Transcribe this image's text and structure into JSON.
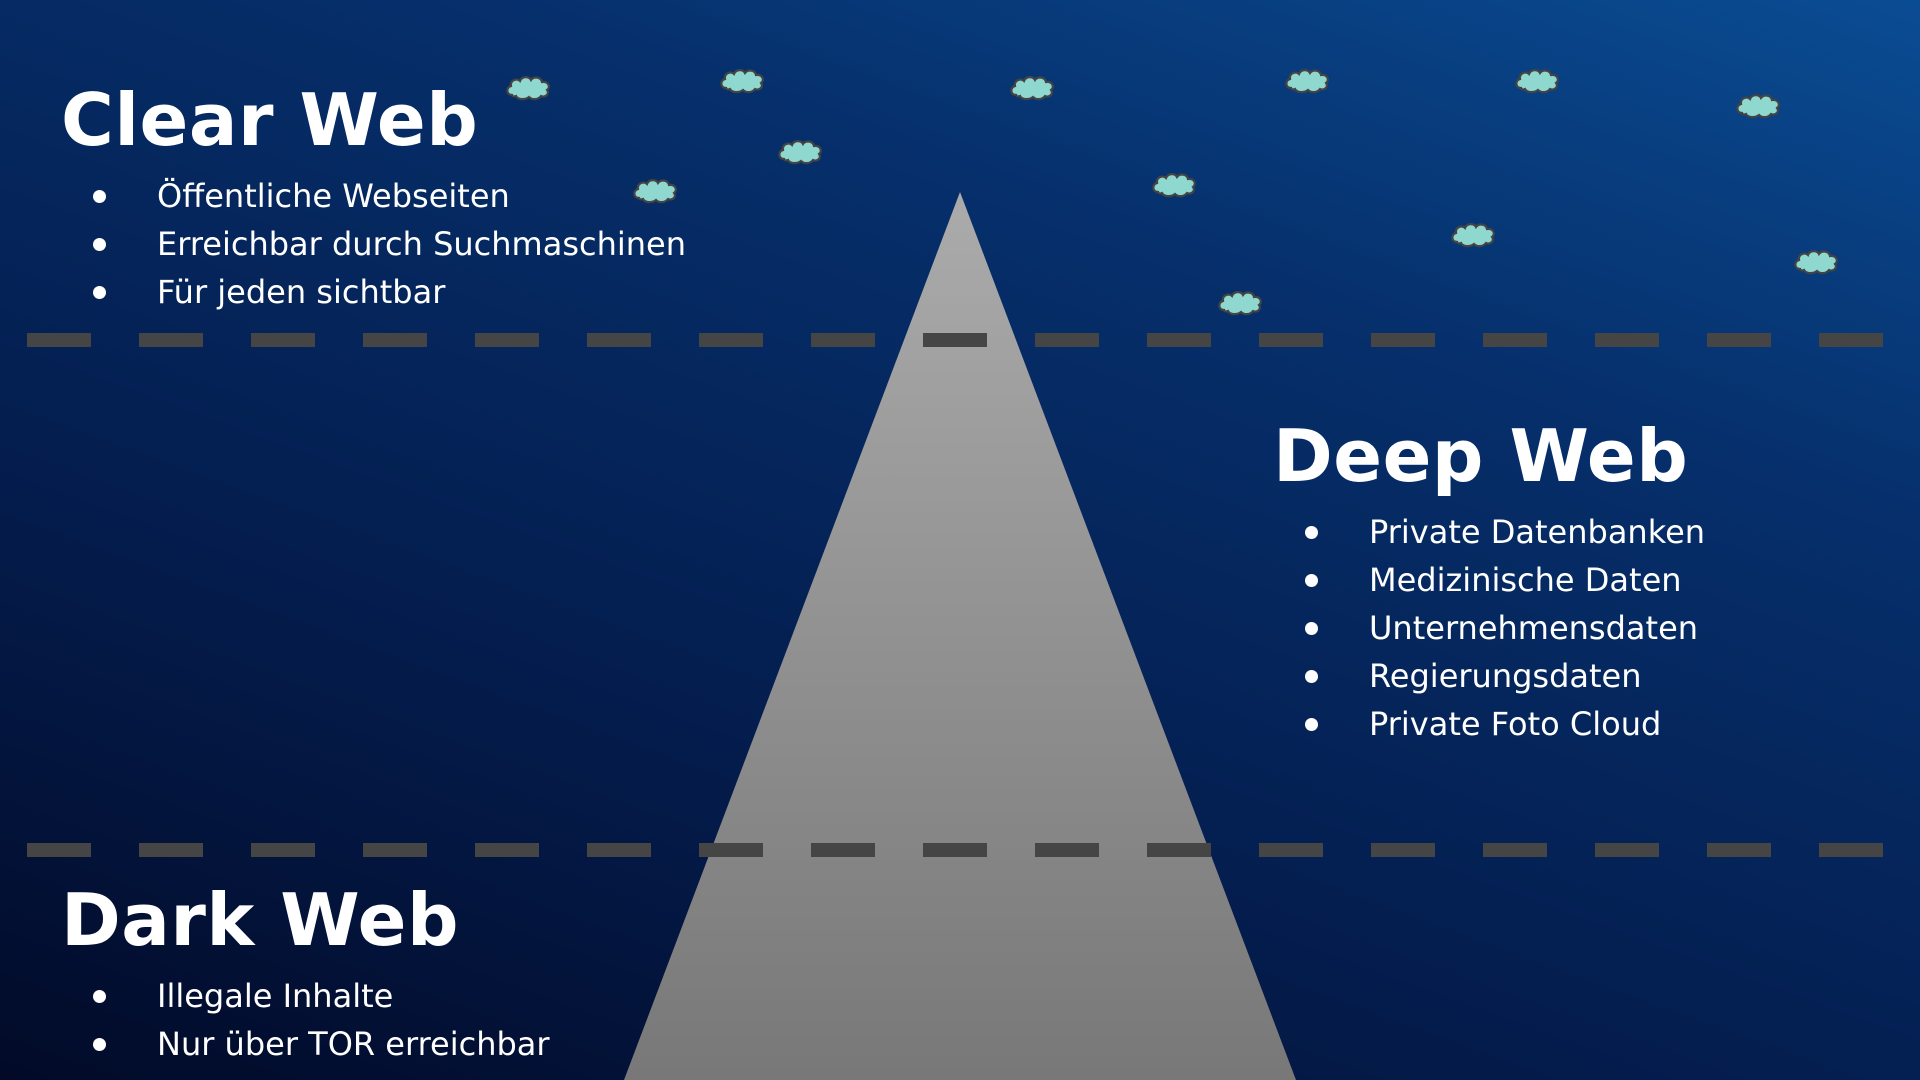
{
  "colors": {
    "cloud_fill": "#8fd8d0",
    "cloud_stroke": "#444444",
    "dash": "#454545",
    "triangle_top": "#a9a9a9",
    "triangle_bottom": "#7a7a7a"
  },
  "clear_web": {
    "title": "Clear Web",
    "items": [
      "Öffentliche Webseiten",
      "Erreichbar durch Suchmaschinen",
      "Für jeden sichtbar"
    ]
  },
  "deep_web": {
    "title": "Deep Web",
    "items": [
      "Private Datenbanken",
      "Medizinische Daten",
      "Unternehmensdaten",
      "Regierungsdaten",
      "Private Foto Cloud"
    ]
  },
  "dark_web": {
    "title": "Dark Web",
    "items": [
      "Illegale Inhalte",
      "Nur über TOR erreichbar"
    ]
  }
}
